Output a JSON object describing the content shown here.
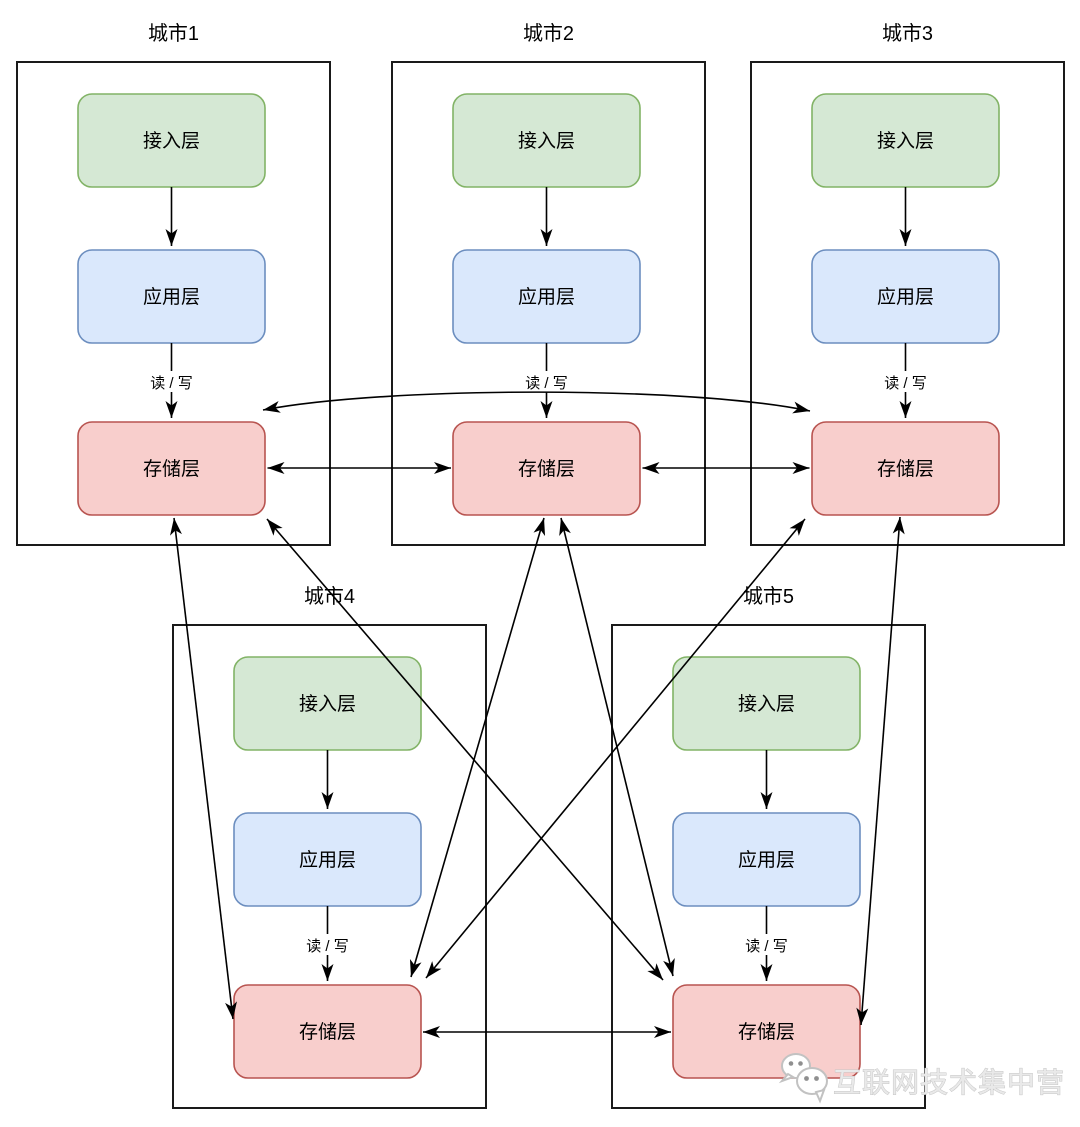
{
  "cities": [
    {
      "name": "城市1"
    },
    {
      "name": "城市2"
    },
    {
      "name": "城市3"
    },
    {
      "name": "城市4"
    },
    {
      "name": "城市5"
    }
  ],
  "layers": {
    "access": "接入层",
    "app": "应用层",
    "storage": "存储层"
  },
  "rw_label": "读 / 写",
  "watermark": {
    "text": "互联网技术集中营"
  },
  "colors": {
    "access_fill": "#d5e8d4",
    "access_border": "#82b366",
    "app_fill": "#dae8fc",
    "app_border": "#6c8ebf",
    "storage_fill": "#f8cecc",
    "storage_border": "#b85450",
    "line": "#000000",
    "city_border": "#1a1a1a",
    "watermark": "#c8c8c8"
  }
}
